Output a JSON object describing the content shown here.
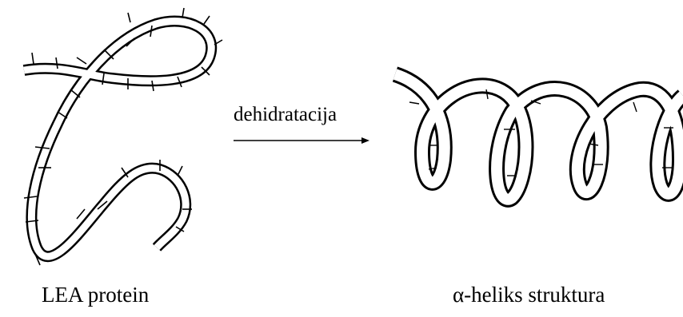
{
  "diagram": {
    "left_label": "LEA protein",
    "arrow_label": "dehidratacija",
    "right_label": "α-heliks struktura",
    "colors": {
      "ink": "#000000",
      "tube_fill": "#ffffff",
      "background": "#ffffff"
    }
  }
}
